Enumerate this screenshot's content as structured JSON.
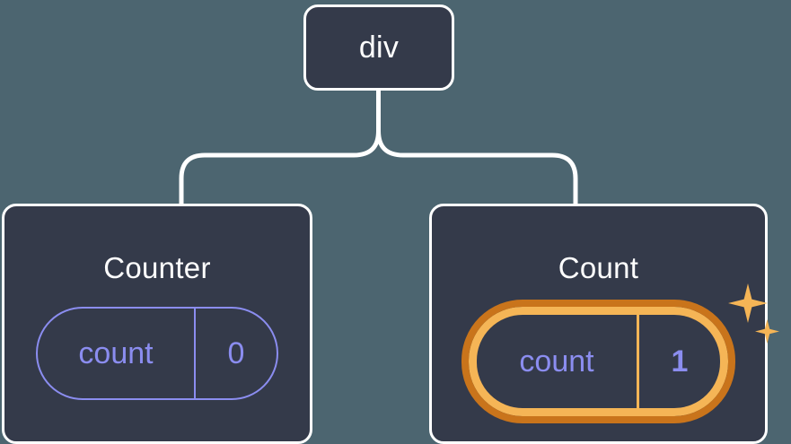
{
  "diagram": {
    "background_color": "#4c6570",
    "node_fill": "#343a4a",
    "node_border": "#ffffff",
    "edge_color": "#ffffff",
    "state_color": "#8b8df0",
    "highlight_outer_color": "#c9741b",
    "highlight_inner_color": "#f5b556",
    "root": {
      "label": "div"
    },
    "children": [
      {
        "label": "Counter",
        "state": {
          "key": "count",
          "value": "0"
        },
        "highlighted": false
      },
      {
        "label": "Count",
        "state": {
          "key": "count",
          "value": "1"
        },
        "highlighted": true,
        "sparkle_large": "sparkle-icon",
        "sparkle_small": "sparkle-icon"
      }
    ]
  }
}
